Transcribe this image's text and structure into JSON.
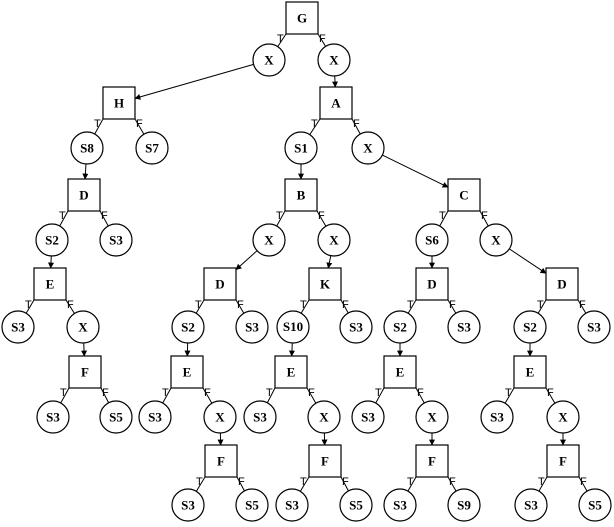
{
  "diagram": {
    "branch_labels": {
      "true": "T",
      "false": "F"
    },
    "nodes": [
      {
        "id": "G",
        "kind": "decision",
        "label": "G"
      },
      {
        "id": "x1",
        "kind": "terminal",
        "label": "X"
      },
      {
        "id": "x2",
        "kind": "terminal",
        "label": "X"
      },
      {
        "id": "H",
        "kind": "decision",
        "label": "H"
      },
      {
        "id": "s8",
        "kind": "terminal",
        "label": "S8"
      },
      {
        "id": "s7",
        "kind": "terminal",
        "label": "S7"
      },
      {
        "id": "D1",
        "kind": "decision",
        "label": "D"
      },
      {
        "id": "s2a",
        "kind": "terminal",
        "label": "S2"
      },
      {
        "id": "s3a",
        "kind": "terminal",
        "label": "S3"
      },
      {
        "id": "E1",
        "kind": "decision",
        "label": "E"
      },
      {
        "id": "s3b",
        "kind": "terminal",
        "label": "S3"
      },
      {
        "id": "x3",
        "kind": "terminal",
        "label": "X"
      },
      {
        "id": "F1",
        "kind": "decision",
        "label": "F"
      },
      {
        "id": "s3c",
        "kind": "terminal",
        "label": "S3"
      },
      {
        "id": "s5a",
        "kind": "terminal",
        "label": "S5"
      },
      {
        "id": "A",
        "kind": "decision",
        "label": "A"
      },
      {
        "id": "s1",
        "kind": "terminal",
        "label": "S1"
      },
      {
        "id": "x4",
        "kind": "terminal",
        "label": "X"
      },
      {
        "id": "B",
        "kind": "decision",
        "label": "B"
      },
      {
        "id": "x5",
        "kind": "terminal",
        "label": "X"
      },
      {
        "id": "x6",
        "kind": "terminal",
        "label": "X"
      },
      {
        "id": "D2",
        "kind": "decision",
        "label": "D"
      },
      {
        "id": "s2b",
        "kind": "terminal",
        "label": "S2"
      },
      {
        "id": "s3d",
        "kind": "terminal",
        "label": "S3"
      },
      {
        "id": "E2",
        "kind": "decision",
        "label": "E"
      },
      {
        "id": "s3e",
        "kind": "terminal",
        "label": "S3"
      },
      {
        "id": "x7",
        "kind": "terminal",
        "label": "X"
      },
      {
        "id": "F2",
        "kind": "decision",
        "label": "F"
      },
      {
        "id": "s3f",
        "kind": "terminal",
        "label": "S3"
      },
      {
        "id": "s5b",
        "kind": "terminal",
        "label": "S5"
      },
      {
        "id": "K",
        "kind": "decision",
        "label": "K"
      },
      {
        "id": "s10",
        "kind": "terminal",
        "label": "S10"
      },
      {
        "id": "s3g",
        "kind": "terminal",
        "label": "S3"
      },
      {
        "id": "E3",
        "kind": "decision",
        "label": "E"
      },
      {
        "id": "s3h",
        "kind": "terminal",
        "label": "S3"
      },
      {
        "id": "x8",
        "kind": "terminal",
        "label": "X"
      },
      {
        "id": "F3",
        "kind": "decision",
        "label": "F"
      },
      {
        "id": "s3i",
        "kind": "terminal",
        "label": "S3"
      },
      {
        "id": "s5c",
        "kind": "terminal",
        "label": "S5"
      },
      {
        "id": "C",
        "kind": "decision",
        "label": "C"
      },
      {
        "id": "s6",
        "kind": "terminal",
        "label": "S6"
      },
      {
        "id": "x9",
        "kind": "terminal",
        "label": "X"
      },
      {
        "id": "D3",
        "kind": "decision",
        "label": "D"
      },
      {
        "id": "s2c",
        "kind": "terminal",
        "label": "S2"
      },
      {
        "id": "s3j",
        "kind": "terminal",
        "label": "S3"
      },
      {
        "id": "E4",
        "kind": "decision",
        "label": "E"
      },
      {
        "id": "s3k",
        "kind": "terminal",
        "label": "S3"
      },
      {
        "id": "x10",
        "kind": "terminal",
        "label": "X"
      },
      {
        "id": "F4",
        "kind": "decision",
        "label": "F"
      },
      {
        "id": "s3l",
        "kind": "terminal",
        "label": "S3"
      },
      {
        "id": "s9",
        "kind": "terminal",
        "label": "S9"
      },
      {
        "id": "D4",
        "kind": "decision",
        "label": "D"
      },
      {
        "id": "s2d",
        "kind": "terminal",
        "label": "S2"
      },
      {
        "id": "s3m",
        "kind": "terminal",
        "label": "S3"
      },
      {
        "id": "E5",
        "kind": "decision",
        "label": "E"
      },
      {
        "id": "s3n",
        "kind": "terminal",
        "label": "S3"
      },
      {
        "id": "x11",
        "kind": "terminal",
        "label": "X"
      },
      {
        "id": "F5",
        "kind": "decision",
        "label": "F"
      },
      {
        "id": "s3o",
        "kind": "terminal",
        "label": "S3"
      },
      {
        "id": "s5d",
        "kind": "terminal",
        "label": "S5"
      }
    ],
    "edges": [
      {
        "from": "G",
        "to": "x1",
        "branch": "true"
      },
      {
        "from": "G",
        "to": "x2",
        "branch": "false"
      },
      {
        "from": "x1",
        "to": "H"
      },
      {
        "from": "x2",
        "to": "A"
      },
      {
        "from": "H",
        "to": "s8",
        "branch": "true"
      },
      {
        "from": "H",
        "to": "s7",
        "branch": "false"
      },
      {
        "from": "s8",
        "to": "D1"
      },
      {
        "from": "D1",
        "to": "s2a",
        "branch": "true"
      },
      {
        "from": "D1",
        "to": "s3a",
        "branch": "false"
      },
      {
        "from": "s2a",
        "to": "E1"
      },
      {
        "from": "E1",
        "to": "s3b",
        "branch": "true"
      },
      {
        "from": "E1",
        "to": "x3",
        "branch": "false"
      },
      {
        "from": "x3",
        "to": "F1"
      },
      {
        "from": "F1",
        "to": "s3c",
        "branch": "true"
      },
      {
        "from": "F1",
        "to": "s5a",
        "branch": "false"
      },
      {
        "from": "A",
        "to": "s1",
        "branch": "true"
      },
      {
        "from": "A",
        "to": "x4",
        "branch": "false"
      },
      {
        "from": "s1",
        "to": "B"
      },
      {
        "from": "x4",
        "to": "C"
      },
      {
        "from": "B",
        "to": "x5",
        "branch": "true"
      },
      {
        "from": "B",
        "to": "x6",
        "branch": "false"
      },
      {
        "from": "x5",
        "to": "D2"
      },
      {
        "from": "x6",
        "to": "K"
      },
      {
        "from": "D2",
        "to": "s2b",
        "branch": "true"
      },
      {
        "from": "D2",
        "to": "s3d",
        "branch": "false"
      },
      {
        "from": "s2b",
        "to": "E2"
      },
      {
        "from": "E2",
        "to": "s3e",
        "branch": "true"
      },
      {
        "from": "E2",
        "to": "x7",
        "branch": "false"
      },
      {
        "from": "x7",
        "to": "F2"
      },
      {
        "from": "F2",
        "to": "s3f",
        "branch": "true"
      },
      {
        "from": "F2",
        "to": "s5b",
        "branch": "false"
      },
      {
        "from": "K",
        "to": "s10",
        "branch": "true"
      },
      {
        "from": "K",
        "to": "s3g",
        "branch": "false"
      },
      {
        "from": "s10",
        "to": "E3"
      },
      {
        "from": "E3",
        "to": "s3h",
        "branch": "true"
      },
      {
        "from": "E3",
        "to": "x8",
        "branch": "false"
      },
      {
        "from": "x8",
        "to": "F3"
      },
      {
        "from": "F3",
        "to": "s3i",
        "branch": "true"
      },
      {
        "from": "F3",
        "to": "s5c",
        "branch": "false"
      },
      {
        "from": "C",
        "to": "s6",
        "branch": "true"
      },
      {
        "from": "C",
        "to": "x9",
        "branch": "false"
      },
      {
        "from": "s6",
        "to": "D3"
      },
      {
        "from": "x9",
        "to": "D4"
      },
      {
        "from": "D3",
        "to": "s2c",
        "branch": "true"
      },
      {
        "from": "D3",
        "to": "s3j",
        "branch": "false"
      },
      {
        "from": "s2c",
        "to": "E4"
      },
      {
        "from": "E4",
        "to": "s3k",
        "branch": "true"
      },
      {
        "from": "E4",
        "to": "x10",
        "branch": "false"
      },
      {
        "from": "x10",
        "to": "F4"
      },
      {
        "from": "F4",
        "to": "s3l",
        "branch": "true"
      },
      {
        "from": "F4",
        "to": "s9",
        "branch": "false"
      },
      {
        "from": "D4",
        "to": "s2d",
        "branch": "true"
      },
      {
        "from": "D4",
        "to": "s3m",
        "branch": "false"
      },
      {
        "from": "s2d",
        "to": "E5"
      },
      {
        "from": "E5",
        "to": "s3n",
        "branch": "true"
      },
      {
        "from": "E5",
        "to": "x11",
        "branch": "false"
      },
      {
        "from": "x11",
        "to": "F5"
      },
      {
        "from": "F5",
        "to": "s3o",
        "branch": "true"
      },
      {
        "from": "F5",
        "to": "s5d",
        "branch": "false"
      }
    ]
  }
}
